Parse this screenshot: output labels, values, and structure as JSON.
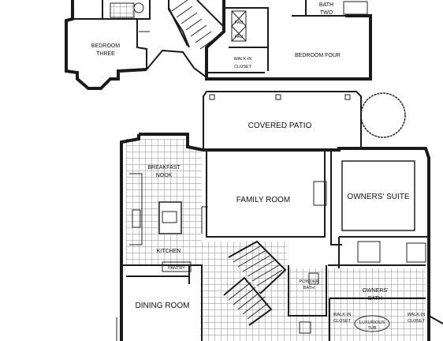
{
  "upper_floor": {
    "bedroom_three": [
      "BEDROOM",
      "THREE"
    ],
    "bath_two": [
      "BATH",
      "TWO"
    ],
    "bedroom_four": "BEDROOM FOUR",
    "walk_in_closet": [
      "WALK-IN",
      "CLOSET"
    ],
    "fau": [
      "FAU",
      "FAU"
    ]
  },
  "main_floor": {
    "covered_patio": "COVERED PATIO",
    "breakfast_nook": [
      "BREAKFAST",
      "NOOK"
    ],
    "family_room": "FAMILY ROOM",
    "owners_suite": "OWNERS' SUITE",
    "kitchen": "KITCHEN",
    "pantry": "PANTRY",
    "dining_room": "DINING ROOM",
    "powder_bath": [
      "POWDER",
      "BATH"
    ],
    "owners_bath": [
      "OWNERS'",
      "BATH"
    ],
    "walk_in_closet_left": [
      "WALK-IN",
      "CLOSET"
    ],
    "walk_in_closet_right": [
      "WALK-IN",
      "CLOSET"
    ],
    "luxurious_tub": [
      "LUXURIOUS",
      "TUB"
    ]
  },
  "colors": {
    "ink": "#1a1a1a",
    "paper": "#ffffff",
    "tile": "#8c8c8c"
  }
}
